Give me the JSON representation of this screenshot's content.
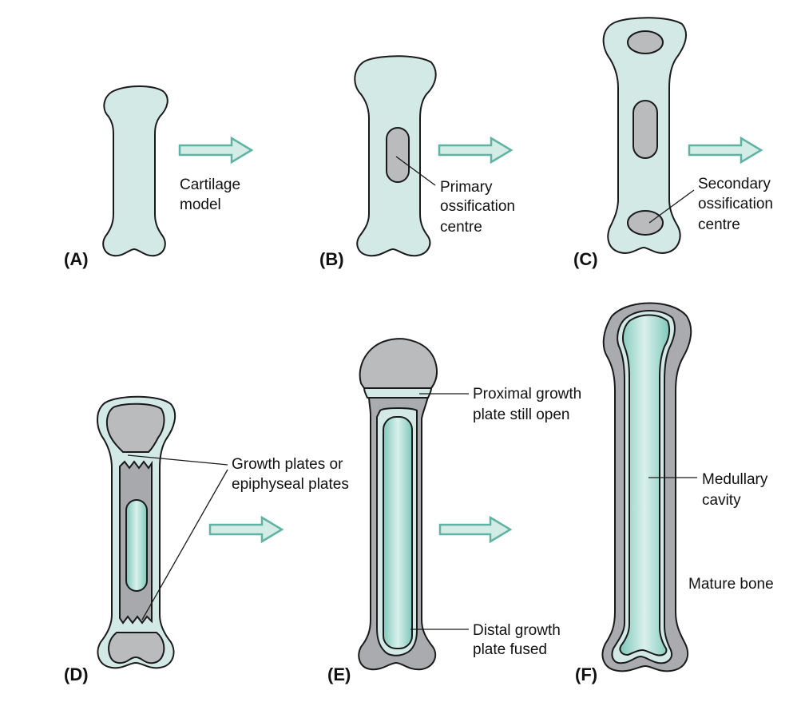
{
  "panels": {
    "a": {
      "tag": "(A)",
      "label_lines": [
        "Cartilage",
        "model"
      ]
    },
    "b": {
      "tag": "(B)",
      "label_lines": [
        "Primary",
        "ossification",
        "centre"
      ]
    },
    "c": {
      "tag": "(C)",
      "label_lines": [
        "Secondary",
        "ossification",
        "centre"
      ]
    },
    "d": {
      "tag": "(D)",
      "label_lines": [
        "Growth plates or",
        "epiphyseal plates"
      ]
    },
    "e": {
      "tag": "(E)",
      "proximal_lines": [
        "Proximal growth",
        "plate still open"
      ],
      "distal_lines": [
        "Distal growth",
        "plate fused"
      ]
    },
    "f": {
      "tag": "(F)",
      "medullary_lines": [
        "Medullary",
        "cavity"
      ],
      "mature": "Mature bone"
    }
  },
  "colors": {
    "cartilage": "#d3e9e5",
    "bone_gray": "#b9bbbd",
    "bone_dark": "#9fa1a4",
    "cavity_teal": "#8fd3c6",
    "arrow_fill": "#d4ece6",
    "arrow_stroke": "#5eb3a3",
    "outline": "#1a1a1a"
  }
}
